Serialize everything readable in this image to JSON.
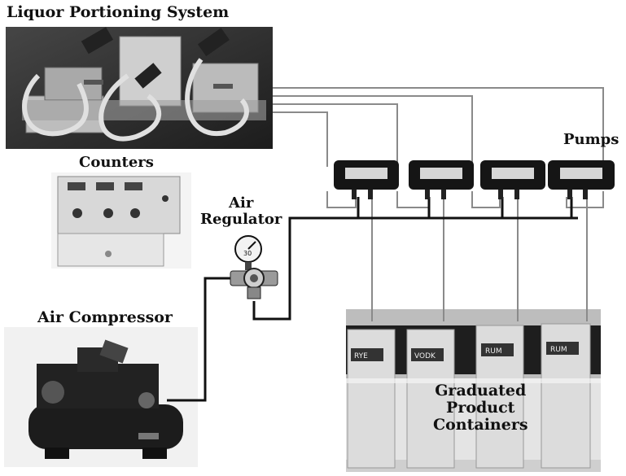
{
  "diagram": {
    "title": "Liquor Portioning System",
    "counters_label": "Counters",
    "pumps_label": "Pumps",
    "regulator_label_line1": "Air",
    "regulator_label_line2": "Regulator",
    "compressor_label": "Air Compressor",
    "containers_label_line1": "Graduated",
    "containers_label_line2": "Product",
    "containers_label_line3": "Containers",
    "gauge_value": "30",
    "container_tags": [
      "RYE",
      "VODK",
      "RUM",
      "RUM"
    ]
  },
  "colors": {
    "air_line": "#111111",
    "liquor_line": "#8a8a8a",
    "photo_bg": "#3a3a3a",
    "container_photo_bg": "#cfcfcf"
  }
}
